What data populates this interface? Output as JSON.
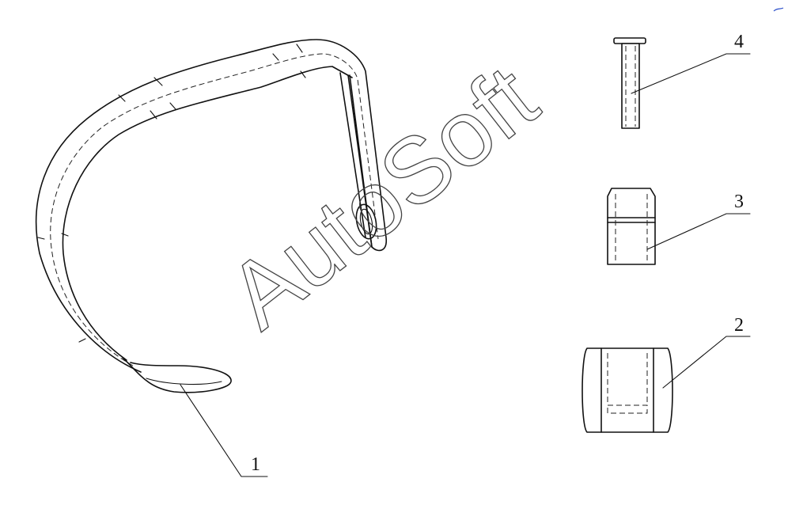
{
  "watermark": "AutoSoft",
  "callouts": [
    {
      "label": "1"
    },
    {
      "label": "2"
    },
    {
      "label": "3"
    },
    {
      "label": "4"
    }
  ],
  "colors": {
    "line": "#111111",
    "background": "#ffffff",
    "corner_mark": "#3355cc"
  }
}
